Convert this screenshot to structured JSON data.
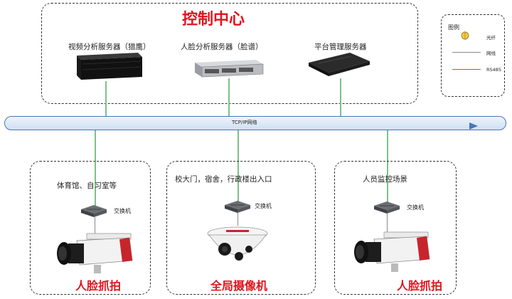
{
  "control_center": {
    "title": "控制中心",
    "servers": [
      {
        "label": "视频分析服务器（猎鹰）"
      },
      {
        "label": "人脸分析服务器（脸谱）"
      },
      {
        "label": "平台管理服务器"
      }
    ]
  },
  "legend": {
    "title": "图例",
    "items": [
      {
        "label": "光纤"
      },
      {
        "label": "网线"
      },
      {
        "label": "RS485"
      }
    ]
  },
  "network": {
    "label": "TCP/IP网络"
  },
  "sites": [
    {
      "scene": "体育馆、自习室等",
      "switch_label": "交换机",
      "caption": "人脸抓拍"
    },
    {
      "scene": "校大门，宿舍，行政楼出入口",
      "switch_label": "交换机",
      "caption": "全局摄像机"
    },
    {
      "scene": "人员监控场景",
      "switch_label": "交换机",
      "caption": "人脸抓拍"
    }
  ],
  "colors": {
    "accent_red": "#e0141e",
    "network_line": "#4a76b8",
    "link_line": "#7fbf8a"
  }
}
